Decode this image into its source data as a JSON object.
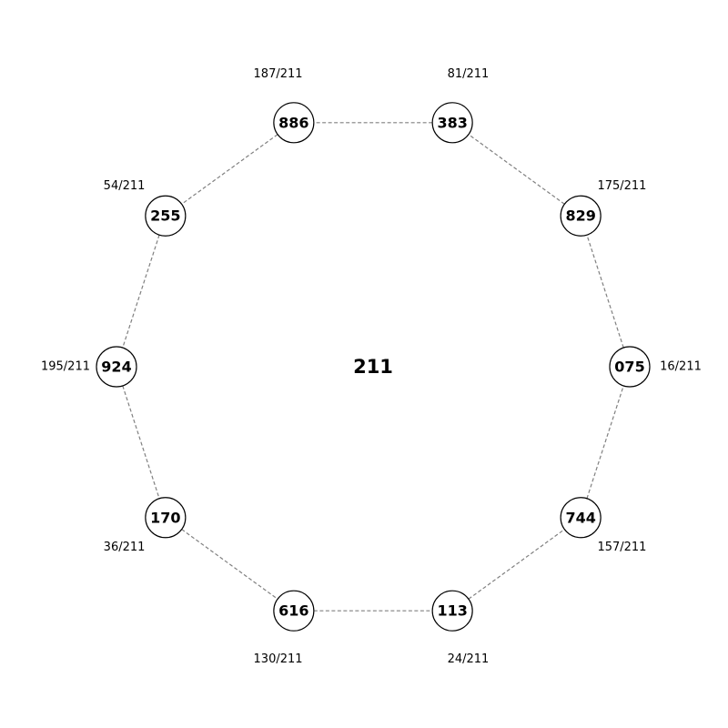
{
  "center_label": "211",
  "nodes": [
    {
      "label": "075",
      "fraction": "16/211"
    },
    {
      "label": "829",
      "fraction": "175/211"
    },
    {
      "label": "383",
      "fraction": "81/211"
    },
    {
      "label": "886",
      "fraction": "187/211"
    },
    {
      "label": "255",
      "fraction": "54/211"
    },
    {
      "label": "924",
      "fraction": "195/211"
    },
    {
      "label": "170",
      "fraction": "36/211"
    },
    {
      "label": "616",
      "fraction": "130/211"
    },
    {
      "label": "113",
      "fraction": "24/211"
    },
    {
      "label": "744",
      "fraction": "157/211"
    }
  ],
  "colors": {
    "edge": "#808080",
    "node_stroke": "#000000",
    "node_fill": "#ffffff"
  }
}
